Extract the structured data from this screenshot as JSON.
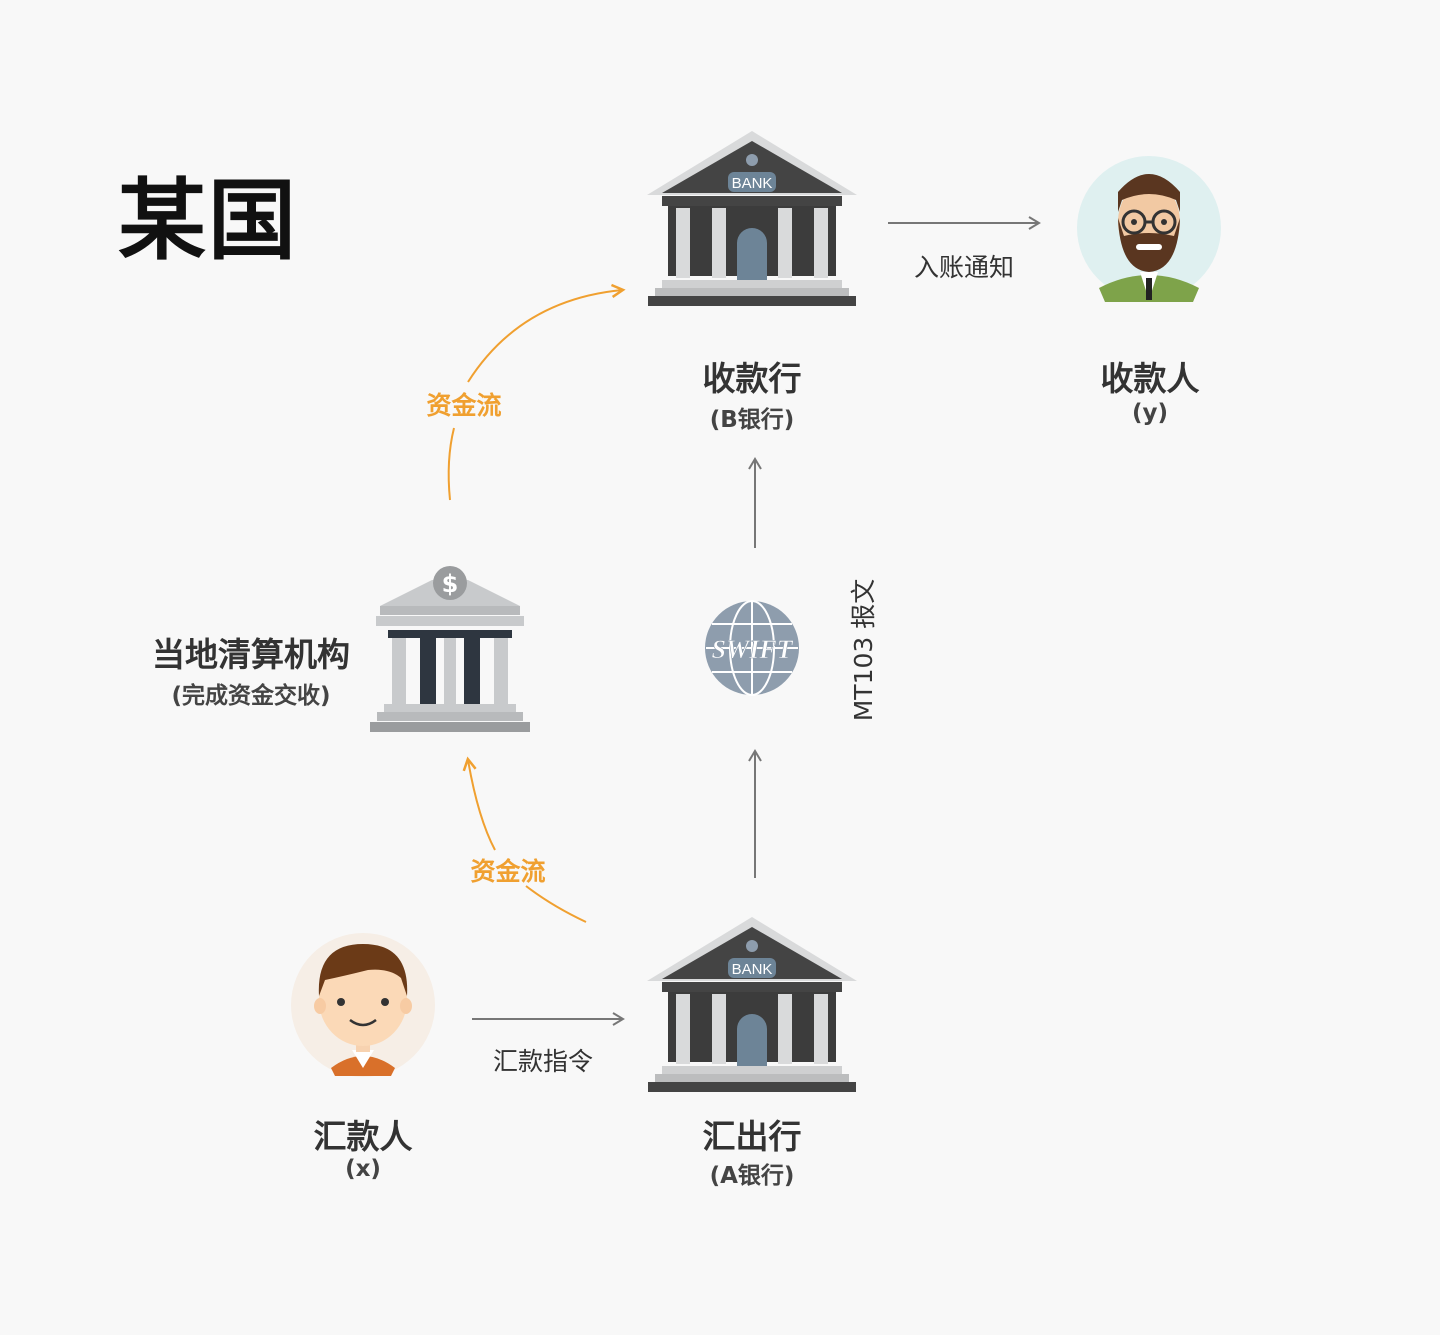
{
  "country_label": "某国",
  "nodes": {
    "receiving_bank": {
      "title": "收款行",
      "subtitle": "(B银行)",
      "sign": "BANK"
    },
    "payee": {
      "title": "收款人",
      "subtitle": "(y)"
    },
    "clearing": {
      "title": "当地清算机构",
      "subtitle": "(完成资金交收)",
      "symbol": "$"
    },
    "swift": {
      "logo_text": "SWIFT"
    },
    "sending_bank": {
      "title": "汇出行",
      "subtitle": "(A银行)",
      "sign": "BANK"
    },
    "remitter": {
      "title": "汇款人",
      "subtitle": "(x)"
    }
  },
  "edges": {
    "credit_notice": "入账通知",
    "fund_flow_upper": "资金流",
    "fund_flow_lower": "资金流",
    "mt103": "MT103 报文",
    "remit_instruction": "汇款指令"
  },
  "colors": {
    "background": "#f8f8f8",
    "bank_roof": "#444444",
    "bank_column": "#d9dadb",
    "bank_door": "#6d8497",
    "clearing_body": "#c8cacc",
    "clearing_dark": "#2e3640",
    "swift_globe": "#8e9dad",
    "flow_orange": "#f0a030",
    "arrow_gray": "#777777",
    "payee_bg": "#dff0f0",
    "remitter_bg": "#f6eee6"
  }
}
